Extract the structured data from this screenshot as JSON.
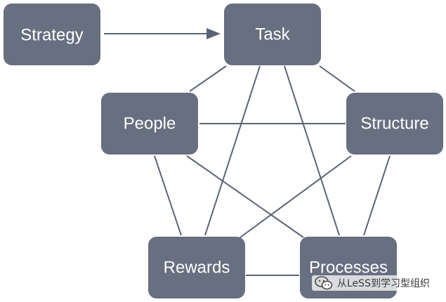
{
  "nodes": {
    "strategy": "Strategy",
    "task": "Task",
    "people": "People",
    "structure": "Structure",
    "rewards": "Rewards",
    "processes": "Processes"
  },
  "colors": {
    "node_fill": "#676f80",
    "edge": "#5b6474",
    "text": "#ffffff"
  },
  "watermark": {
    "icon": "wechat-icon",
    "text": "从LeSS到学习型组织"
  }
}
